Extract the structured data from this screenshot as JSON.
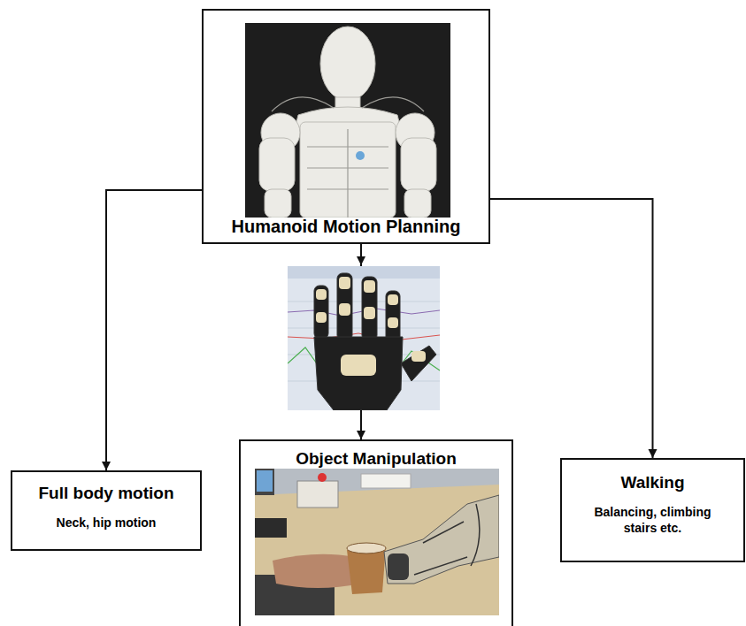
{
  "diagram": {
    "nodes": [
      {
        "text": [
          "Humanoid Motion Planning"
        ]
      },
      {
        "text": [
          "Full body motion",
          "Neck, hip motion"
        ]
      },
      {
        "text": [
          "Object Manipulation"
        ]
      },
      {
        "text": [
          "Walking",
          "Balancing, climbing stairs etc."
        ]
      }
    ],
    "edges": [
      {
        "from": 0,
        "to": 1,
        "arrow": "to"
      },
      {
        "from": 0,
        "to": 2,
        "arrow": "to"
      },
      {
        "from": 0,
        "to": 3,
        "arrow": "to"
      }
    ]
  }
}
